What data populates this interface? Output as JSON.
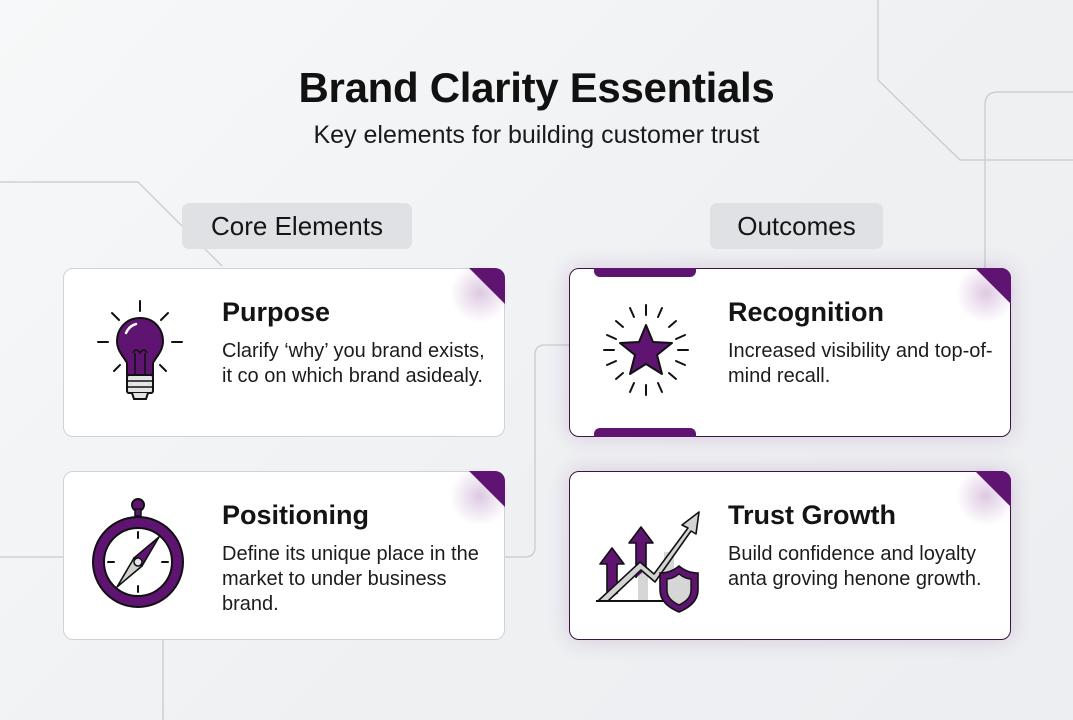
{
  "header": {
    "title": "Brand Clarity Essentials",
    "subtitle": "Key elements for building customer trust"
  },
  "sections": {
    "left_label": "Core Elements",
    "right_label": "Outcomes"
  },
  "cards": [
    {
      "title": "Purpose",
      "description": "Clarify ‘why’ you brand exists, it co on which brand asidealy.",
      "icon": "lightbulb-icon"
    },
    {
      "title": "Positioning",
      "description": "Define its unique place in the market to under business brand.",
      "icon": "compass-icon"
    },
    {
      "title": "Recognition",
      "description": "Increased visibility and top-of-mind recall.",
      "icon": "star-burst-icon"
    },
    {
      "title": "Trust Growth",
      "description": "Build confidence and loyalty anta groving henone growth.",
      "icon": "growth-chart-shield-icon"
    }
  ],
  "colors": {
    "accent": "#5e1470",
    "pill_bg": "#dfe1e4",
    "card_border": "#cfd2d6",
    "background": "#eef0f2"
  }
}
